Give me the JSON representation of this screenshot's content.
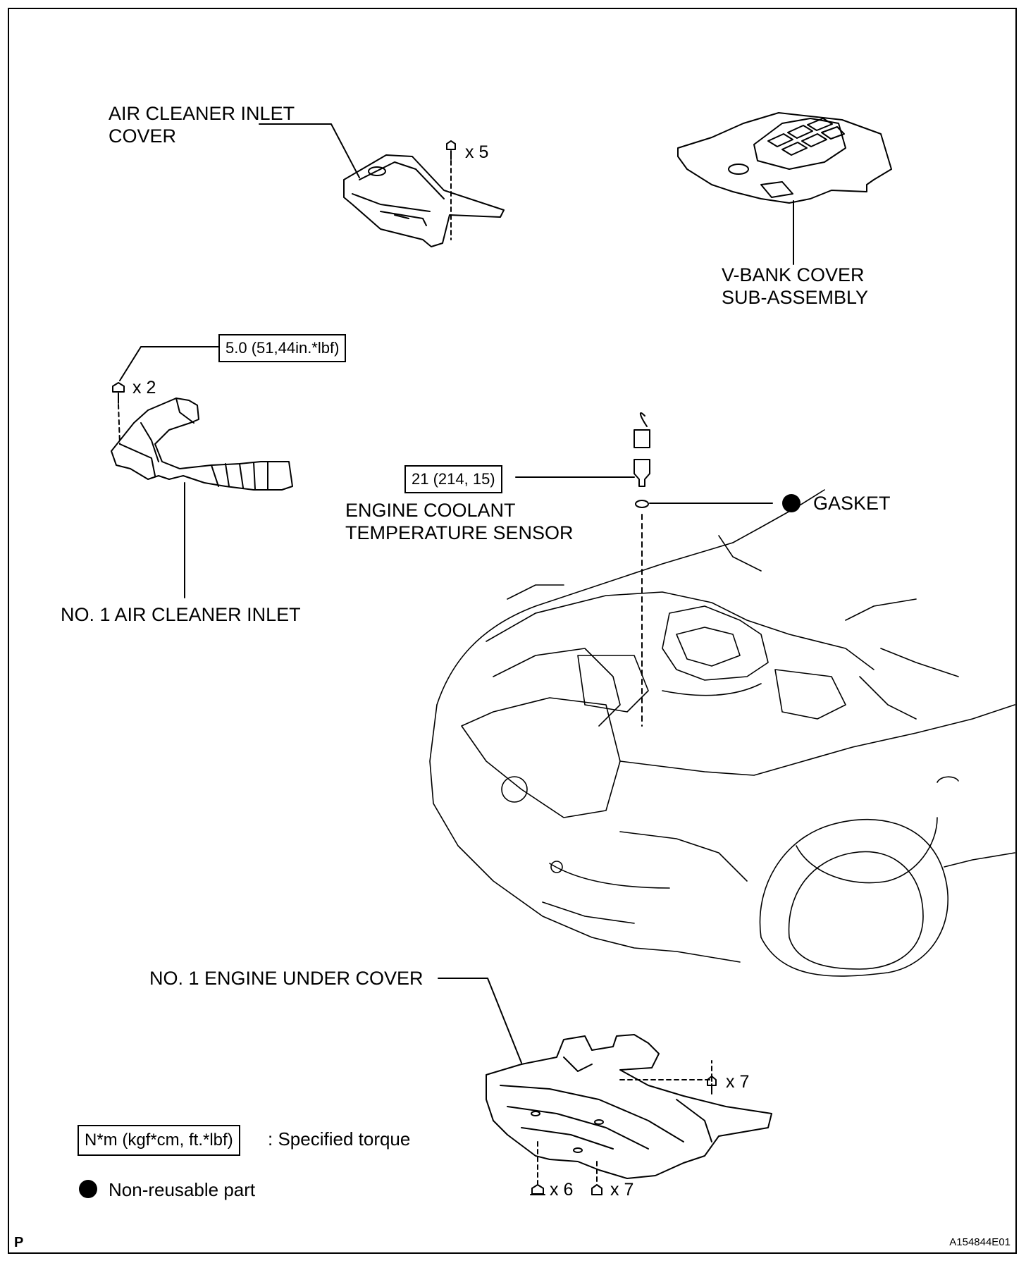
{
  "parts": {
    "air_cleaner_inlet_cover": "AIR CLEANER INLET COVER",
    "v_bank_cover": "V-BANK COVER SUB-ASSEMBLY",
    "no1_air_cleaner_inlet": "NO. 1 AIR CLEANER INLET",
    "engine_coolant_temp_sensor": "ENGINE COOLANT TEMPERATURE SENSOR",
    "gasket": "GASKET",
    "no1_engine_under_cover": "NO. 1 ENGINE UNDER COVER"
  },
  "quantities": {
    "inlet_cover_clips": "x 5",
    "inlet_bolts": "x 2",
    "under_cover_bolts_right": "x 7",
    "under_cover_bolts_left": "x 6",
    "under_cover_clips_bottom": "x 7"
  },
  "torques": {
    "inlet_bolt_torque": "5.0 (51,44in.*lbf)",
    "sensor_torque": "21 (214, 15)"
  },
  "legend": {
    "torque_box": "N*m (kgf*cm, ft.*lbf)",
    "torque_text": ": Specified torque",
    "nonreusable_text": "Non-reusable part"
  },
  "footer": {
    "corner_letter": "P",
    "figure_code": "A154844E01"
  }
}
